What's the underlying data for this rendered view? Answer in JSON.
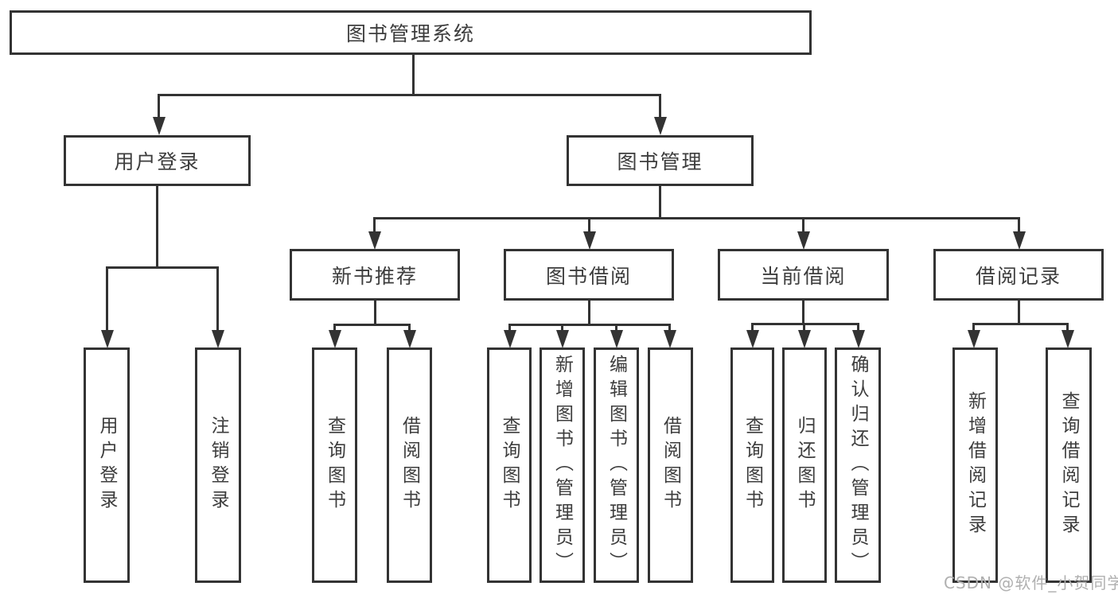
{
  "diagram": {
    "title": "图书管理系统",
    "nodes": {
      "root": {
        "label": "图书管理系统"
      },
      "user_login": {
        "label": "用户登录"
      },
      "book_mgmt": {
        "label": "图书管理"
      },
      "user_login_children": [
        {
          "label": "用户登录"
        },
        {
          "label": "注销登录"
        }
      ],
      "book_mgmt_children": [
        {
          "label": "新书推荐"
        },
        {
          "label": "图书借阅"
        },
        {
          "label": "当前借阅"
        },
        {
          "label": "借阅记录"
        }
      ],
      "new_book_rec_children": [
        {
          "label": "查询图书"
        },
        {
          "label": "借阅图书"
        }
      ],
      "book_borrow_children": [
        {
          "label": "查询图书"
        },
        {
          "label": "新增图书（管理员）"
        },
        {
          "label": "编辑图书（管理员）"
        },
        {
          "label": "借阅图书"
        }
      ],
      "current_borrow_children": [
        {
          "label": "查询图书"
        },
        {
          "label": "归还图书"
        },
        {
          "label": "确认归还（管理员）"
        }
      ],
      "borrow_record_children": [
        {
          "label": "新增借阅记录"
        },
        {
          "label": "查询借阅记录"
        }
      ]
    }
  },
  "watermark": {
    "text": "CSDN @软件_小贺同学"
  },
  "colors": {
    "line": "#333333",
    "box_border": "#333333",
    "text": "#3d3d3d",
    "background": "#ffffff",
    "watermark": "#b0b0b0"
  }
}
